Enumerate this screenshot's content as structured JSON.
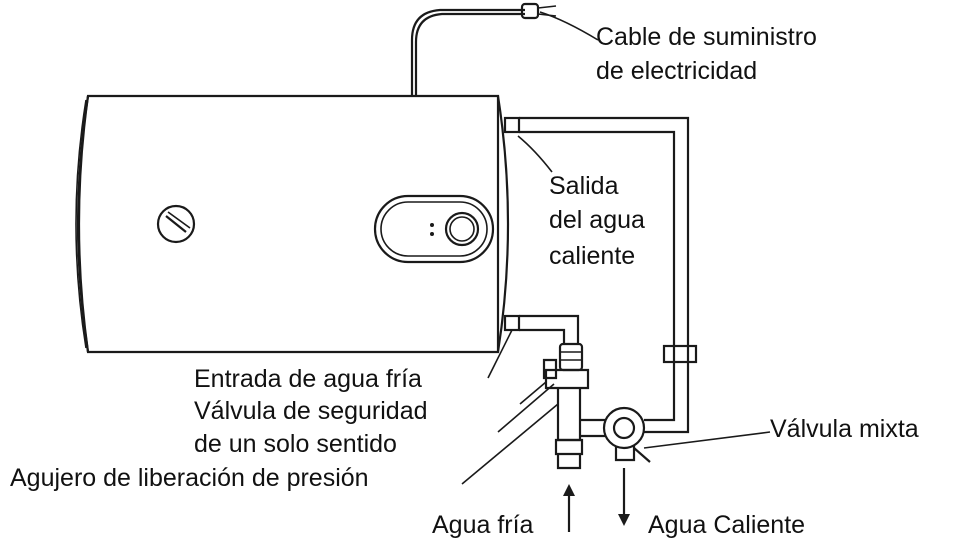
{
  "diagram": {
    "labels": {
      "power_cable": [
        "Cable de suministro",
        "de electricidad"
      ],
      "hot_water_outlet": [
        "Salida",
        "del agua",
        "caliente"
      ],
      "cold_water_inlet": "Entrada de agua fría",
      "safety_valve": [
        "Válvula de seguridad",
        "de un solo sentido"
      ],
      "pressure_relief_hole": "Agujero de liberación de presión",
      "mixing_valve": "Válvula mixta",
      "cold_water": "Agua fría",
      "hot_water": "Agua Caliente"
    },
    "colors": {
      "line": "#1a1a1a",
      "background": "#ffffff"
    }
  }
}
